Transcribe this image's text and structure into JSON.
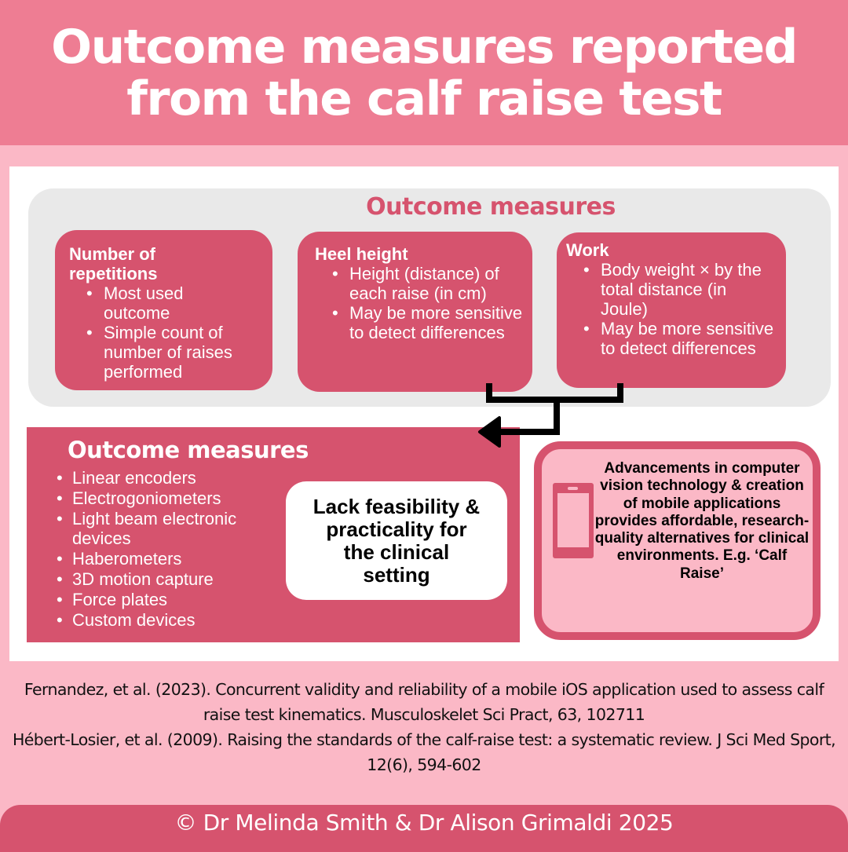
{
  "header": {
    "title": "Outcome measures reported from the calf raise test"
  },
  "outcomes_section": {
    "title": "Outcome measures",
    "cards": [
      {
        "heading": "Number of repetitions",
        "bullets": [
          "Most used outcome",
          "Simple count of number of raises performed"
        ]
      },
      {
        "heading": "Heel height",
        "bullets": [
          "Height (distance) of each raise (in cm)",
          "May be more sensitive to detect differences"
        ]
      },
      {
        "heading": "Work",
        "bullets": [
          "Body weight × by the total distance (in Joule)",
          "May be more sensitive to detect differences"
        ]
      }
    ]
  },
  "tools_section": {
    "title": "Outcome measures",
    "items": [
      "Linear encoders",
      "Electrogoniometers",
      "Light beam electronic devices",
      "Haberometers",
      "3D motion capture",
      "Force plates",
      "Custom devices"
    ],
    "callout": "Lack feasibility & practicality for the clinical setting"
  },
  "mobile_section": {
    "icon": "mobile-phone-icon",
    "text": "Advancements in computer vision technology & creation of mobile applications provides affordable, research-quality alternatives for clinical environments. E.g. ‘Calf Raise’"
  },
  "references": [
    "Fernandez, et al. (2023). Concurrent validity and reliability of a mobile iOS application used to assess calf raise test kinematics. Musculoskelet Sci Pract, 63, 102711",
    "Hébert-Losier, et al. (2009). Raising the standards of the calf-raise test: a systematic review. J Sci Med Sport, 12(6), 594-602"
  ],
  "footer": {
    "copyright": "© Dr Melinda Smith & Dr Alison Grimaldi 2025"
  },
  "colors": {
    "header_bg": "#EE7D93",
    "page_bg": "#FBB8C6",
    "accent_red": "#D6536E",
    "grey_box": "#E9E9E9",
    "panel_bg": "#FFFFFF"
  }
}
